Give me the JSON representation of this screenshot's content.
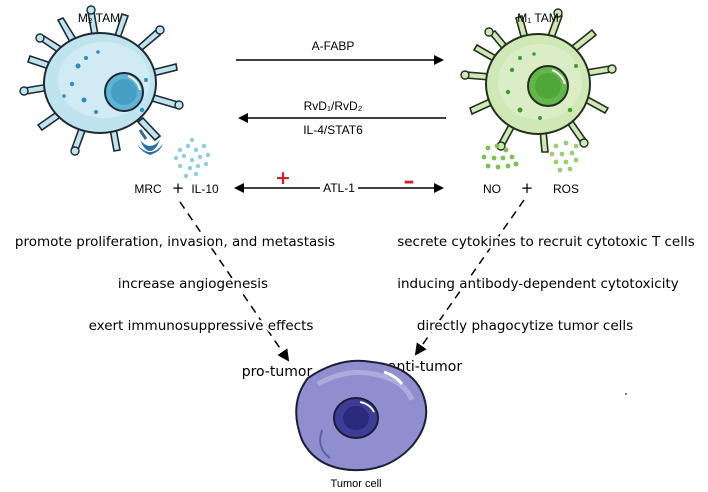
{
  "cells": {
    "m2_title": "M₂ TAM",
    "m1_title": "M₁ TAM",
    "tumor_title": "Tumor cell"
  },
  "arrows": {
    "top_label": "A-FABP",
    "middle_label_1": "RvD₁/RvD₂",
    "middle_label_2": "IL-4/STAT6",
    "bottom_label": "ATL-1",
    "plus_sign": "+",
    "minus_sign": "–"
  },
  "m2_secretions": {
    "receptor": "MRC",
    "plus": "+",
    "cytokine": "IL-10"
  },
  "m1_secretions": {
    "left": "NO",
    "plus": "+",
    "right": "ROS"
  },
  "m2_effects": [
    "promote proliferation, invasion, and metastasis",
    "increase angiogenesis",
    "exert immunosuppressive effects"
  ],
  "m1_effects": [
    "secrete cytokines to recruit cytotoxic T cells",
    "inducing antibody-dependent cytotoxicity",
    "directly phagocytize tumor cells"
  ],
  "outcomes": {
    "pro": "pro-tumor",
    "anti": "anti-tumor"
  },
  "colors": {
    "m2_fill": "#bfe4ee",
    "m2_nucleus": "#5fb3d3",
    "m1_fill": "#cfe8b6",
    "m1_nucleus": "#63b74a",
    "tumor_fill": "#8f8fcf",
    "tumor_nucleus": "#3d3c97",
    "plus_red": "#d3202a",
    "dots_blue": "#8fcde6",
    "dots_green": "#7cc04d"
  }
}
